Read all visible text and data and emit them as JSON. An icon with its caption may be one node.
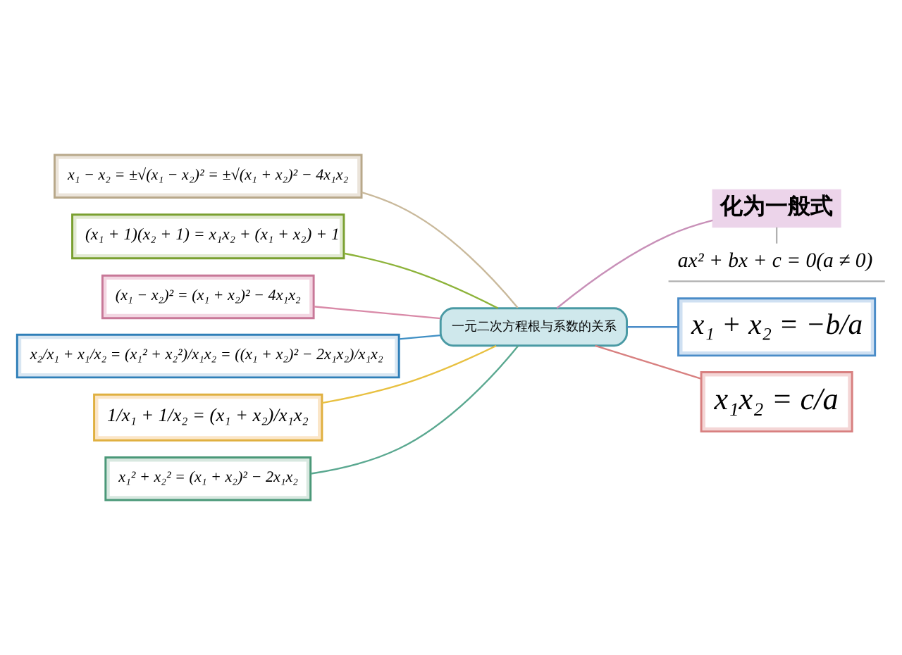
{
  "diagram": {
    "nodes": [
      {
        "text": [
          "一元二次方程根与系数的关系"
        ]
      },
      {
        "text": [
          "x₁ − x₂ = ±√(x₁ − x₂)² = ±√(x₁ + x₂)² − 4x₁x₂"
        ]
      },
      {
        "text": [
          "(x₁ + 1)(x₂ + 1) = x₁x₂ + (x₁ + x₂) + 1"
        ]
      },
      {
        "text": [
          "(x₁ − x₂)² = (x₁ + x₂)² − 4x₁x₂"
        ]
      },
      {
        "text": [
          "x₂/x₁ + x₁/x₂ = (x₁² + x₂²)/x₁x₂ = ((x₁ + x₂)² − 2x₁x₂)/x₁x₂"
        ]
      },
      {
        "text": [
          "1/x₁ + 1/x₂ = (x₁ + x₂)/x₁x₂"
        ]
      },
      {
        "text": [
          "x₁² + x₂² = (x₁ + x₂)² − 2x₁x₂"
        ]
      },
      {
        "text": [
          "化为一般式"
        ]
      },
      {
        "text": [
          "ax² + bx + c = 0(a ≠ 0)"
        ]
      },
      {
        "text": [
          "x₁ + x₂ = −b/a"
        ]
      },
      {
        "text": [
          "x₁x₂ = c/a"
        ]
      }
    ],
    "edges": [
      {
        "from": 0,
        "to": 1,
        "arrow": "none",
        "color": "#c9b99b"
      },
      {
        "from": 0,
        "to": 2,
        "arrow": "none",
        "color": "#8db33a"
      },
      {
        "from": 0,
        "to": 3,
        "arrow": "none",
        "color": "#d98aa8"
      },
      {
        "from": 0,
        "to": 4,
        "arrow": "none",
        "color": "#3f8fc4"
      },
      {
        "from": 0,
        "to": 5,
        "arrow": "none",
        "color": "#e8c040"
      },
      {
        "from": 0,
        "to": 6,
        "arrow": "none",
        "color": "#5aa890"
      },
      {
        "from": 0,
        "to": 7,
        "arrow": "none",
        "color": "#c890b8"
      },
      {
        "from": 7,
        "to": 8,
        "arrow": "none",
        "color": "#b0b0b0"
      },
      {
        "from": 0,
        "to": 9,
        "arrow": "none",
        "color": "#4a8cc8"
      },
      {
        "from": 0,
        "to": 10,
        "arrow": "none",
        "color": "#d88080"
      }
    ]
  }
}
